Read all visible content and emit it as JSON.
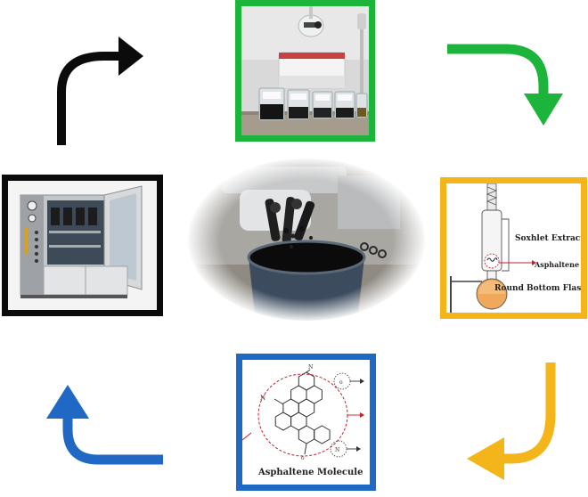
{
  "labels": {
    "soxhlet_extractor": "Soxhlet Extractor",
    "asphaltene": "Asphaltene",
    "round_bottom_flask": "Round Bottom Flask",
    "asphaltene_molecule": "Asphaltene Molecule"
  },
  "jar_labels": [
    "",
    "",
    "",
    "",
    ""
  ],
  "colors": {
    "green": "#1db43b",
    "yellow": "#f3b51a",
    "blue": "#1f68c4",
    "black": "#0b0b0b",
    "red": "#c0202a"
  },
  "icons": {
    "top_right_arrow": "curved-arrow-green",
    "right_bottom_arrow": "curved-arrow-yellow",
    "bottom_left_arrow": "curved-arrow-blue",
    "left_top_arrow": "curved-arrow-black"
  }
}
